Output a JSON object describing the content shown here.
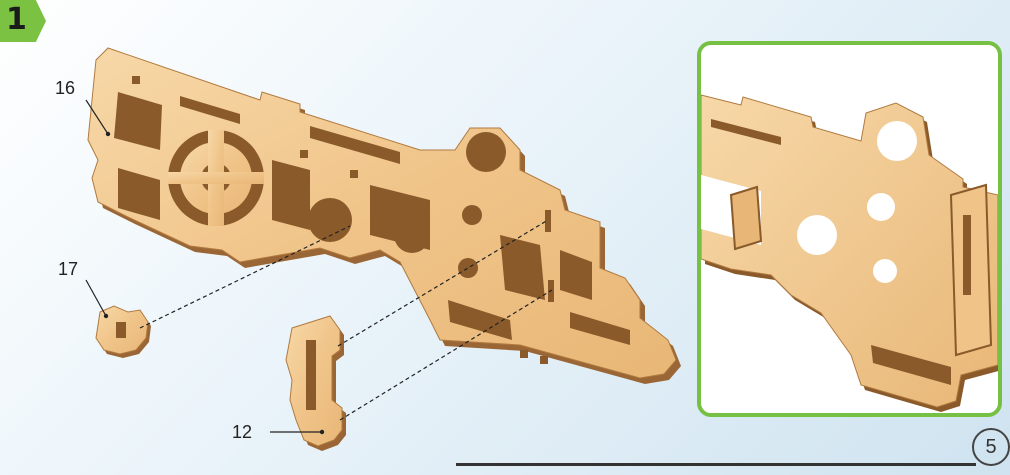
{
  "step": {
    "number": "1"
  },
  "callouts": {
    "part_16": "16",
    "part_17": "17",
    "part_12": "12"
  },
  "page": {
    "number": "5"
  },
  "colors": {
    "accent_green": "#7cc242",
    "wood_light": "#f3c98f",
    "wood_dark": "#8a5a2b"
  }
}
